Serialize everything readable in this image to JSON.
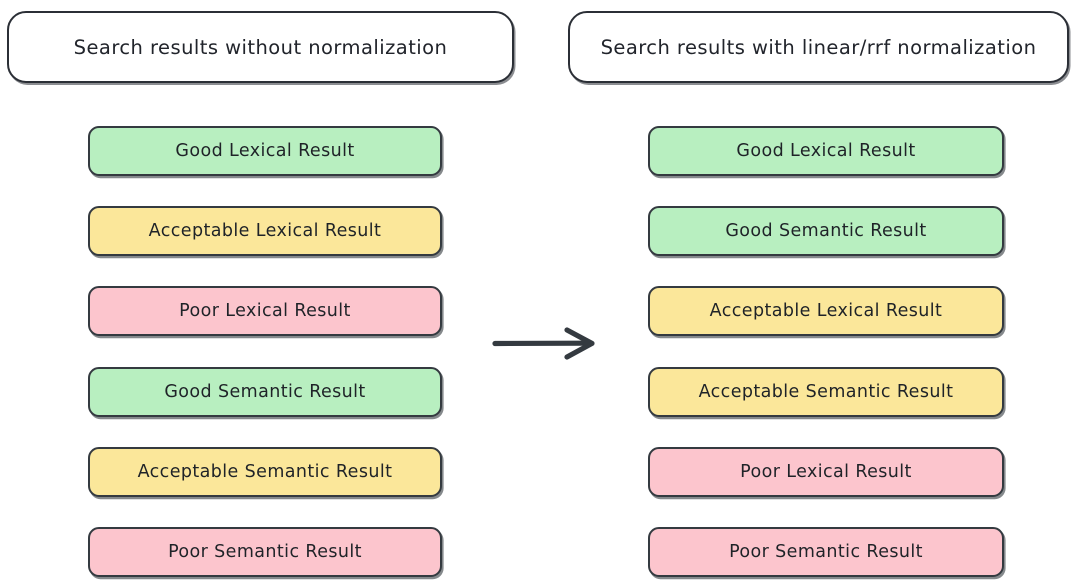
{
  "diagram": {
    "type": "comparison-flow",
    "background_color": "#ffffff",
    "style": "hand-drawn",
    "border_color": "#343a40",
    "colors": {
      "good": "#b8efc0",
      "acceptable": "#fbe79a",
      "poor": "#fcc5cd",
      "stroke": "#343a40",
      "title_stroke": "#2b2f36",
      "title_fill": "#ffffff",
      "arrow": "#343a40"
    }
  },
  "left_panel": {
    "title": "Search results without normalization",
    "results": [
      {
        "label": "Good Lexical Result",
        "quality": "good",
        "color": "#b8efc0",
        "rank": 1
      },
      {
        "label": "Acceptable Lexical Result",
        "quality": "acceptable",
        "color": "#fbe79a",
        "rank": 2
      },
      {
        "label": "Poor Lexical Result",
        "quality": "poor",
        "color": "#fcc5cd",
        "rank": 3
      },
      {
        "label": "Good Semantic Result",
        "quality": "good",
        "color": "#b8efc0",
        "rank": 4
      },
      {
        "label": "Acceptable Semantic Result",
        "quality": "acceptable",
        "color": "#fbe79a",
        "rank": 5
      },
      {
        "label": "Poor Semantic Result",
        "quality": "poor",
        "color": "#fcc5cd",
        "rank": 6
      }
    ]
  },
  "right_panel": {
    "title": "Search results with linear/rrf normalization",
    "results": [
      {
        "label": "Good Lexical Result",
        "quality": "good",
        "color": "#b8efc0",
        "rank": 1
      },
      {
        "label": "Good Semantic Result",
        "quality": "good",
        "color": "#b8efc0",
        "rank": 2
      },
      {
        "label": "Acceptable Lexical Result",
        "quality": "acceptable",
        "color": "#fbe79a",
        "rank": 3
      },
      {
        "label": "Acceptable Semantic Result",
        "quality": "acceptable",
        "color": "#fbe79a",
        "rank": 4
      },
      {
        "label": "Poor Lexical Result",
        "quality": "poor",
        "color": "#fcc5cd",
        "rank": 5
      },
      {
        "label": "Poor Semantic Result",
        "quality": "poor",
        "color": "#fcc5cd",
        "rank": 6
      }
    ]
  },
  "connector": {
    "icon": "arrow-right-icon",
    "label": ""
  }
}
